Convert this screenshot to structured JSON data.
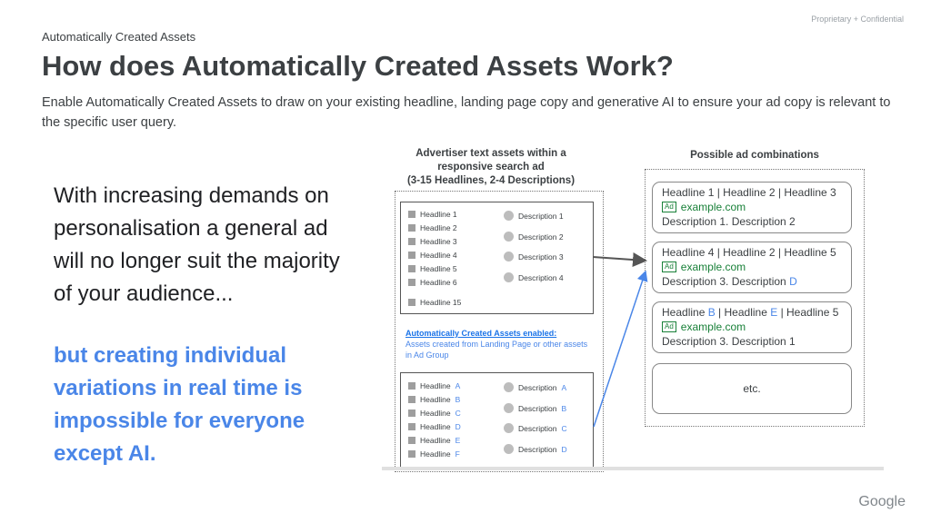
{
  "header": {
    "confidential": "Proprietary + Confidential",
    "breadcrumb": "Automatically Created Assets",
    "title": "How does Automatically Created Assets Work?",
    "subtitle": "Enable Automatically Created Assets to draw on your existing headline, landing page copy and generative AI to ensure your ad copy is relevant to the specific user query."
  },
  "left": {
    "main_text": "With increasing demands on personalisation a general ad will no longer suit the majority of your audience...",
    "accent_text": "but creating individual variations in real time is impossible for everyone except AI."
  },
  "diagram": {
    "advertiser_heading": [
      "Advertiser text assets within a",
      "responsive search ad",
      "(3-15 Headlines, 2-4 Descriptions)"
    ],
    "combinations_heading": "Possible ad combinations",
    "existing_headlines": [
      "Headline 1",
      "Headline 2",
      "Headline 3",
      "Headline 4",
      "Headline 5",
      "Headline 6",
      "Headline 15"
    ],
    "existing_descriptions": [
      "Description 1",
      "Description 2",
      "Description 3",
      "Description 4"
    ],
    "enabled_title": "Automatically Created Assets enabled:",
    "enabled_text": "Assets created from Landing Page or other assets in Ad Group",
    "auto_headlines": [
      {
        "label": "Headline",
        "letter": "A"
      },
      {
        "label": "Headline",
        "letter": "B"
      },
      {
        "label": "Headline",
        "letter": "C"
      },
      {
        "label": "Headline",
        "letter": "D"
      },
      {
        "label": "Headline",
        "letter": "E"
      },
      {
        "label": "Headline",
        "letter": "F"
      }
    ],
    "auto_descriptions": [
      {
        "label": "Description",
        "letter": "A"
      },
      {
        "label": "Description",
        "letter": "B"
      },
      {
        "label": "Description",
        "letter": "C"
      },
      {
        "label": "Description",
        "letter": "D"
      }
    ],
    "ads": [
      {
        "line1": "Headline 1 | Headline 2 | Headline 3",
        "badge": "Ad",
        "url": "example.com",
        "line3": "Description 1. Description 2"
      },
      {
        "line1": "Headline 4 | Headline 2 | Headline 5",
        "badge": "Ad",
        "url": "example.com",
        "line3_a": "Description 3. Description ",
        "line3_b": "D"
      },
      {
        "line1_a": "Headline ",
        "line1_b": "B",
        "line1_c": " | Headline ",
        "line1_d": "E",
        "line1_e": " | Headline 5",
        "badge": "Ad",
        "url": "example.com",
        "line3": "Description 3. Description 1"
      }
    ],
    "etc": "etc."
  },
  "footer": {
    "logo": "Google"
  },
  "colors": {
    "accent_blue": "#4a86e8",
    "url_green": "#188038",
    "text_dark": "#3c4043"
  }
}
